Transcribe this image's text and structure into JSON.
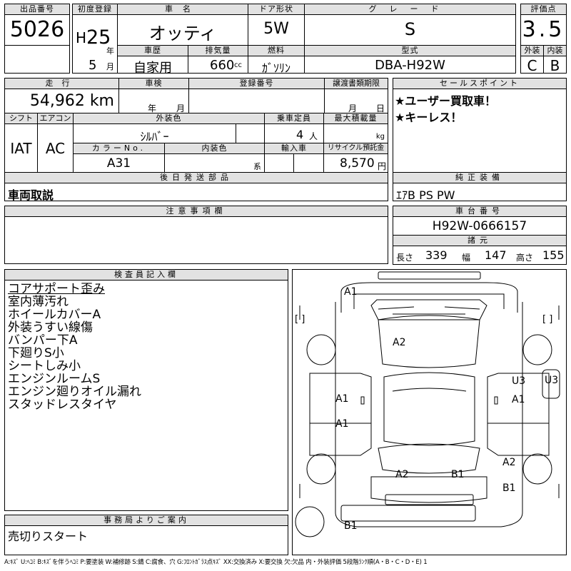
{
  "lot": {
    "label": "出品番号",
    "value": "5026"
  },
  "first_reg": {
    "label": "初度登録",
    "era": "H",
    "year": "25",
    "year_unit": "年",
    "month": "5",
    "month_unit": "月"
  },
  "car_name": {
    "label": "車名",
    "value": "オッティ"
  },
  "door": {
    "label": "ドア形状",
    "value": "5W"
  },
  "grade": {
    "label": "グレード",
    "value": "S"
  },
  "score": {
    "label": "評価点",
    "value": "3.5",
    "ext_label": "外装",
    "ext_value": "C",
    "int_label": "内装",
    "int_value": "B"
  },
  "history": {
    "label": "車歴",
    "value": "自家用"
  },
  "displacement": {
    "label": "排気量",
    "value": "660",
    "unit": "cc"
  },
  "fuel": {
    "label": "燃料",
    "value": "ｶﾞｿﾘﾝ"
  },
  "model": {
    "label": "型式",
    "value": "DBA-H92W"
  },
  "mileage": {
    "label": "走行",
    "value": "54,962 km"
  },
  "inspection": {
    "label": "車検",
    "year_unit": "年",
    "month_unit": "月"
  },
  "reg_no": {
    "label": "登録番号"
  },
  "transfer": {
    "label": "譲渡書類期限",
    "month_unit": "月",
    "day_unit": "日"
  },
  "shift": {
    "label": "シフト",
    "value": "IAT"
  },
  "aircon": {
    "label": "エアコン",
    "value": "AC"
  },
  "ext_color": {
    "label": "外装色",
    "value": "ｼﾙﾊﾞｰ"
  },
  "capacity": {
    "label": "乗車定員",
    "value": "4",
    "unit": "人"
  },
  "max_load": {
    "label": "最大積載量",
    "unit": "kg"
  },
  "color_no": {
    "label": "カラーNo.",
    "value": "A31"
  },
  "int_color": {
    "label": "内装色",
    "unit": "系"
  },
  "import": {
    "label": "輸入車"
  },
  "recycle": {
    "label": "リサイクル預託金",
    "value": "8,570",
    "unit": "円"
  },
  "sales_points": {
    "label": "セールスポイント",
    "items": [
      "★ユーザー買取車！",
      "★キーレス！"
    ]
  },
  "later_parts": {
    "label": "後日発送部品",
    "value": "車両取説"
  },
  "equipment": {
    "label": "純正装備",
    "value": "ｴｱB PS PW"
  },
  "caution": {
    "label": "注意事項欄"
  },
  "chassis": {
    "label": "車台番号",
    "value": "H92W-0666157"
  },
  "dimensions": {
    "label": "諸元",
    "length_label": "長さ",
    "length": "339",
    "width_label": "幅",
    "width": "147",
    "height_label": "高さ",
    "height": "155"
  },
  "inspector": {
    "label": "検査員記入欄",
    "notes": [
      "コアサポート歪み",
      "室内薄汚れ",
      "ホイールカバーA",
      "外装うすい線傷",
      "バンパー下A",
      "下廻りS小",
      "シートしみ小",
      "エンジンルームS",
      "エンジン廻りオイル漏れ",
      "スタッドレスタイヤ"
    ]
  },
  "office": {
    "label": "事務局よりご案内",
    "value": "売切りスタート"
  },
  "diagram": {
    "marks": {
      "front": "A1",
      "hood": "A2",
      "left_front_door": "A1",
      "left_rear_door": "A1",
      "right_front_u": "U3",
      "right_front_door": "A1",
      "right_fender": "U3",
      "rear_left": "A2",
      "rear_right": "B1",
      "right_quarter": "A2",
      "right_quarter_b": "B1",
      "rear_bumper": "B1"
    },
    "bracket_left": "[  ]",
    "bracket_right": "[  ]"
  },
  "legend": "A:ｷｽﾞ U:ﾍｺﾐ B:ｷｽﾞを伴うﾍｺﾐ P:要塗装 W:補修跡 S:錆 C:腐食、穴 G:ﾌﾛﾝﾄｶﾞﾗｽ点ｷｽﾞ XX:交換済み X:要交換 欠:欠品 内・外装評価 5段階ﾗﾝｸ順(A・B・C・D・E) 1"
}
